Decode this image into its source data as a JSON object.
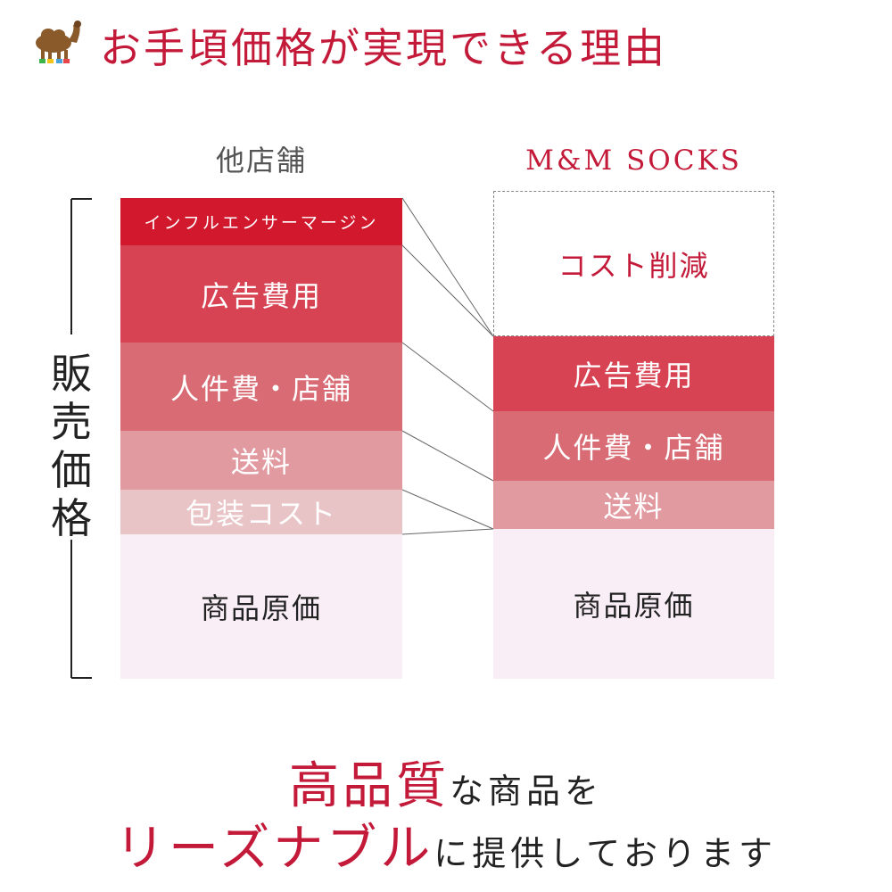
{
  "header": {
    "title": "お手頃価格が実現できる理由",
    "logo_icon": "camel-icon"
  },
  "comparison": {
    "other": {
      "title": "他店舗",
      "segments": [
        {
          "label": "インフルエンサーマージン",
          "color": "#d2182d"
        },
        {
          "label": "広告費用",
          "color": "#d84353"
        },
        {
          "label": "人件費・店舗",
          "color": "#d86b74"
        },
        {
          "label": "送料",
          "color": "#e29aa1"
        },
        {
          "label": "包装コスト",
          "color": "#e9c4c7"
        },
        {
          "label": "商品原価",
          "color": "#f9eef5"
        }
      ]
    },
    "mm": {
      "title": "M&M SOCKS",
      "segments": [
        {
          "label": "コスト削減",
          "color": "#ffffff"
        },
        {
          "label": "広告費用",
          "color": "#d84353"
        },
        {
          "label": "人件費・店舗",
          "color": "#d86b74"
        },
        {
          "label": "送料",
          "color": "#e29aa1"
        },
        {
          "label": "商品原価",
          "color": "#f9eef5"
        }
      ]
    },
    "price_label": [
      "販",
      "売",
      "価",
      "格"
    ]
  },
  "footer": {
    "line1_em": "高品質",
    "line1_rest": "な商品を",
    "line2_em": "リーズナブル",
    "line2_rest": "に提供しております"
  },
  "colors": {
    "accent": "#c41a3a"
  }
}
